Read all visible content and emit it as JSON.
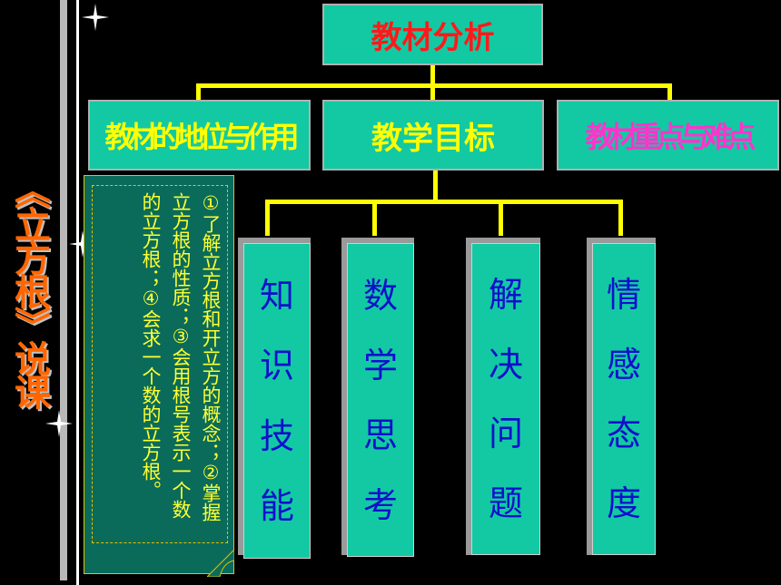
{
  "title_vertical": "《立方根》说课",
  "top_box": {
    "label": "教材分析"
  },
  "mid_boxes": [
    {
      "label": "教材的地位与作用"
    },
    {
      "label": "教学目标"
    },
    {
      "label": "教材重点与难点"
    }
  ],
  "bottom_boxes": [
    {
      "chars": [
        "知",
        "识",
        "技",
        "能"
      ]
    },
    {
      "chars": [
        "数",
        "学",
        "思",
        "考"
      ]
    },
    {
      "chars": [
        "解",
        "决",
        "问",
        "题"
      ]
    },
    {
      "chars": [
        "情",
        "感",
        "态",
        "度"
      ]
    }
  ],
  "panel_text": "①了解立方根和开立方的概念；②掌握立方根的性质；③会用根号表示一个数的立方根；④会求一个数的立方根。",
  "colors": {
    "box_fill": "#12c9a3",
    "connector": "#ffff00",
    "title": "#ff6600",
    "top_label": "#ff1a1a",
    "mid_label": "#ffff00",
    "mid_label_pink": "#ff33cc",
    "column_text": "#1010cc",
    "panel_text": "#ffff33"
  },
  "icons": [
    "sparkle-star-icon"
  ]
}
